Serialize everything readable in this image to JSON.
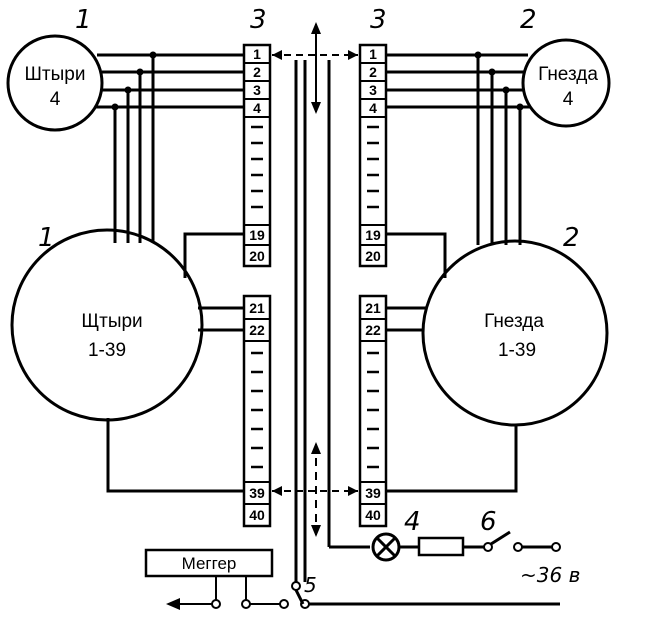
{
  "labels": {
    "small_pins_name": "Штыри",
    "small_pins_count": "4",
    "small_sockets_name": "Гнезда",
    "small_sockets_count": "4",
    "big_pins_name": "Щтыри",
    "big_pins_range": "1-39",
    "big_sockets_name": "Гнезда",
    "big_sockets_range": "1-39",
    "megger": "Меггер",
    "voltage": "~36 в"
  },
  "marks": {
    "one_a": "1",
    "one_b": "1",
    "two_a": "2",
    "two_b": "2",
    "three_left": "3",
    "three_right": "3",
    "four": "4",
    "five": "5",
    "six": "6"
  },
  "terminals": {
    "top_numbered": [
      "1",
      "2",
      "3",
      "4"
    ],
    "top_lower": [
      "19",
      "20"
    ],
    "bottom_numbered": [
      "21",
      "22"
    ],
    "bottom_lower": [
      "39",
      "40"
    ]
  }
}
